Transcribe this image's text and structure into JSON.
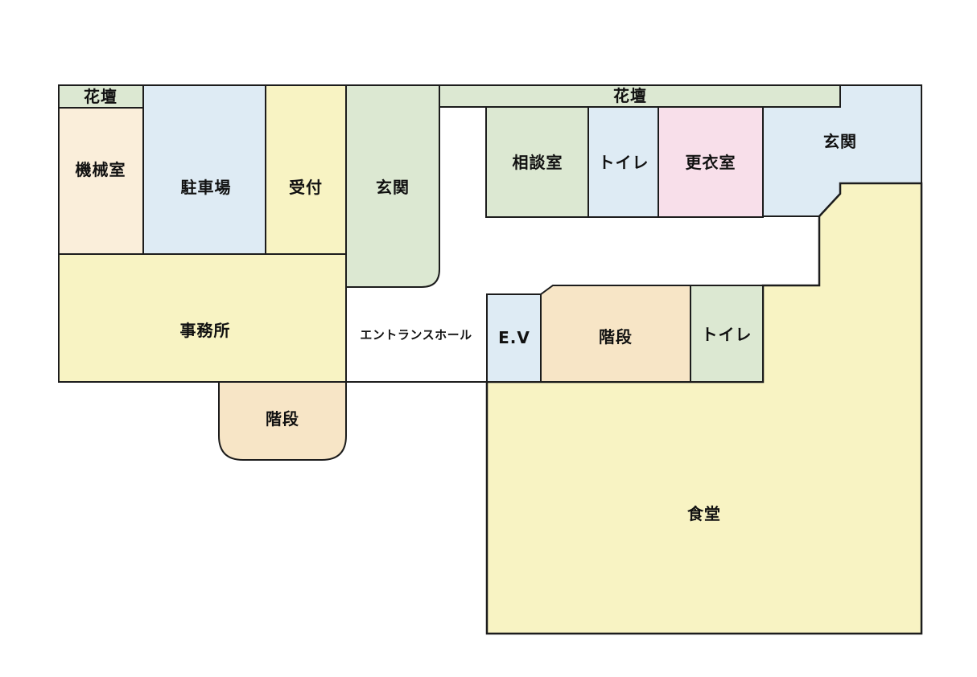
{
  "diagram": {
    "type": "floor_plan",
    "background": "#ffffff",
    "line_color": "#1c1c1c",
    "colors": {
      "yellow": "#F8F3C3",
      "blue": "#DEEBF4",
      "green": "#DCE8D2",
      "cream": "#FAEEDA",
      "tan": "#F7E5C6",
      "pink": "#F8DFEA",
      "white": "#FFFFFF"
    },
    "labels": {
      "hanadan_left": "花壇",
      "kikaishitsu": "機械室",
      "chushajo": "駐車場",
      "uketsuke": "受付",
      "genkan_left": "玄関",
      "hanadan_top": "花壇",
      "sodanshitsu": "相談室",
      "toire_upper": "トイレ",
      "koishitsu": "更衣室",
      "genkan_right": "玄関",
      "jimusho": "事務所",
      "entrance_hall": "エントランスホール",
      "ev": "E.V",
      "kaidan_center": "階段",
      "toire_center": "トイレ",
      "kaidan_lower": "階段",
      "shokudo": "食堂"
    }
  }
}
